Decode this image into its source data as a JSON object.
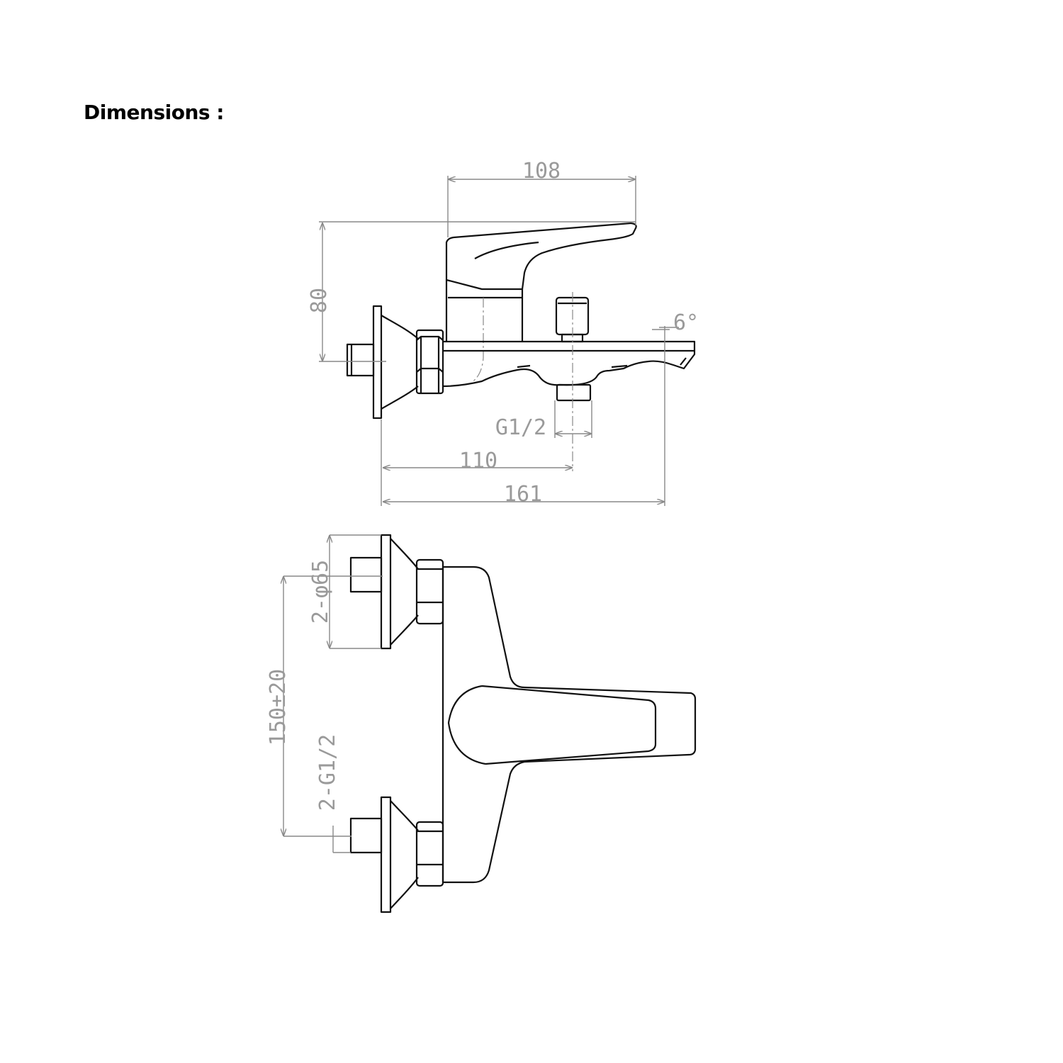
{
  "heading": "Dimensions  :",
  "side_view": {
    "dim_width_handle": "108",
    "dim_height": "80",
    "dim_outlet_thread": "G1/2",
    "dim_outlet_distance": "110",
    "dim_total_length": "161",
    "dim_spout_angle": "6°"
  },
  "front_view": {
    "dim_flange_diameter": "2-φ65",
    "dim_center_distance": "150±20",
    "dim_inlet_thread": "2-G1/2"
  }
}
